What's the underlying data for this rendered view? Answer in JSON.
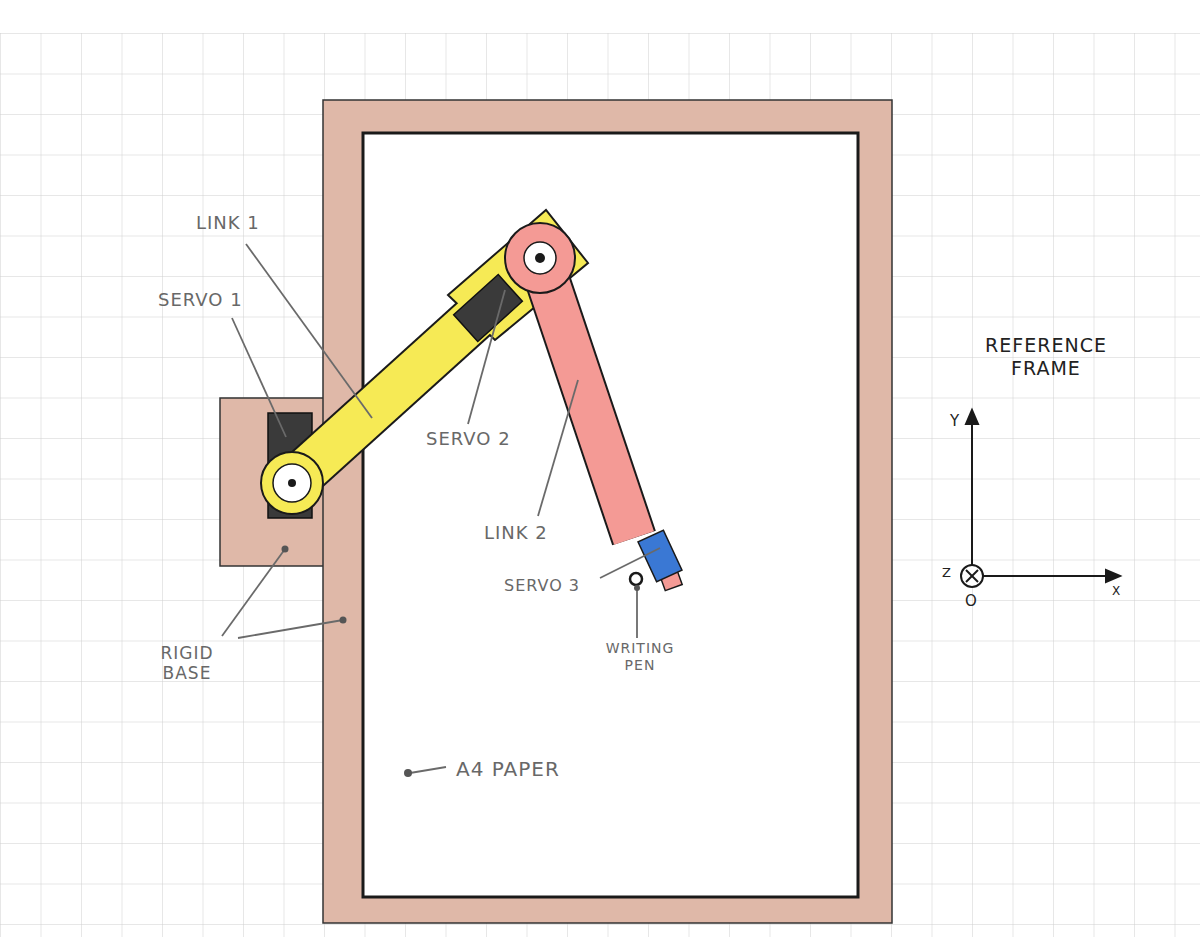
{
  "diagram": {
    "labels": [
      "LINK 1",
      "SERVO 1",
      "SERVO 2",
      "LINK 2",
      "SERVO 3",
      "WRITING PEN",
      "RIGID BASE",
      "A4 PAPER",
      "REFERENCE FRAME",
      "Y",
      "Z",
      "X",
      "O"
    ]
  }
}
